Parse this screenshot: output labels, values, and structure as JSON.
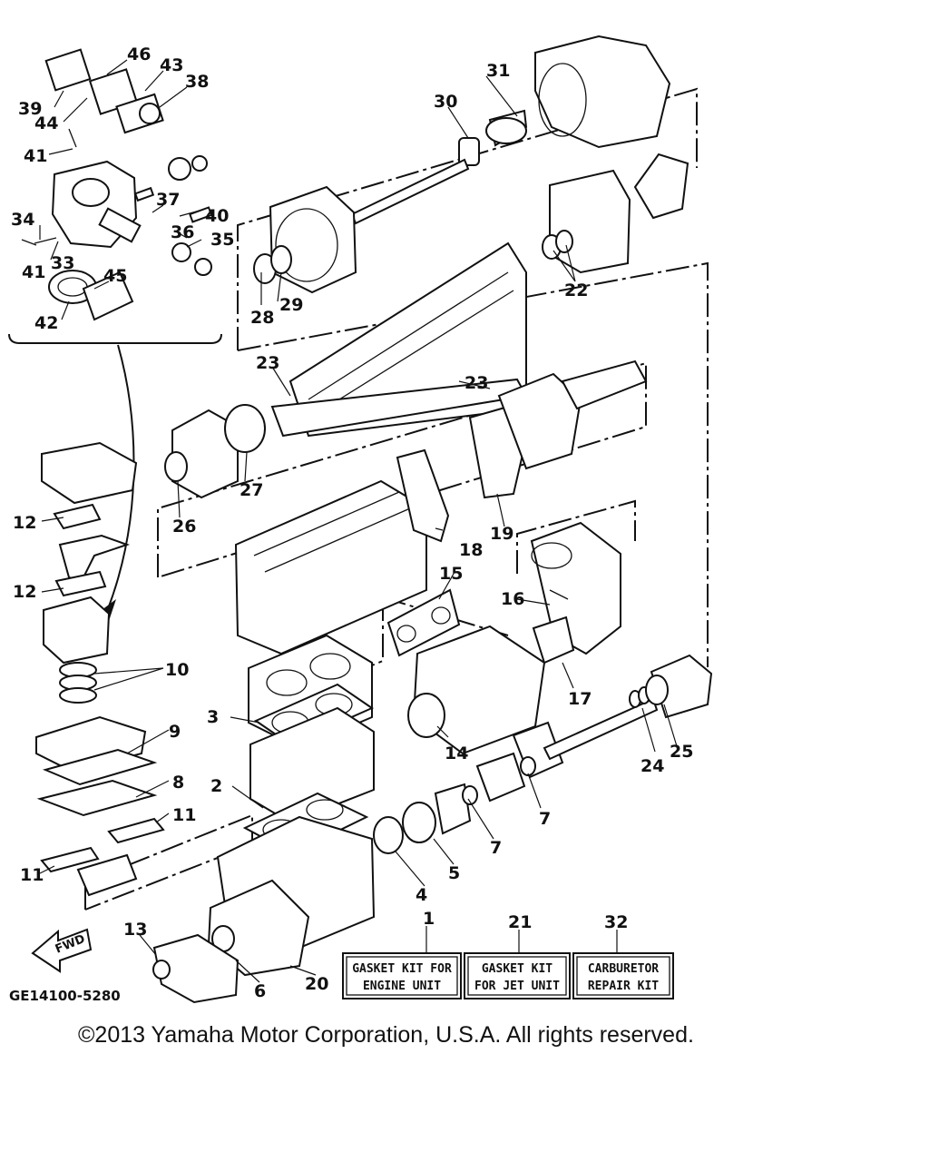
{
  "diagram": {
    "code": "GE14100-5280",
    "fwd_label": "FWD",
    "callouts": [
      "1",
      "2",
      "3",
      "4",
      "5",
      "6",
      "7",
      "8",
      "9",
      "10",
      "11",
      "12",
      "13",
      "14",
      "15",
      "16",
      "17",
      "18",
      "19",
      "20",
      "21",
      "22",
      "23",
      "24",
      "25",
      "26",
      "27",
      "28",
      "29",
      "30",
      "31",
      "32",
      "33",
      "34",
      "35",
      "36",
      "37",
      "38",
      "39",
      "40",
      "41",
      "42",
      "43",
      "44",
      "45",
      "46"
    ],
    "kits": [
      {
        "num": "1",
        "line1": "GASKET KIT FOR",
        "line2": "ENGINE UNIT"
      },
      {
        "num": "21",
        "line1": "GASKET KIT",
        "line2": "FOR JET UNIT"
      },
      {
        "num": "32",
        "line1": "CARBURETOR",
        "line2": "REPAIR KIT"
      }
    ]
  },
  "footer": {
    "copyright": "©2013 Yamaha Motor Corporation, U.S.A. All rights reserved."
  }
}
